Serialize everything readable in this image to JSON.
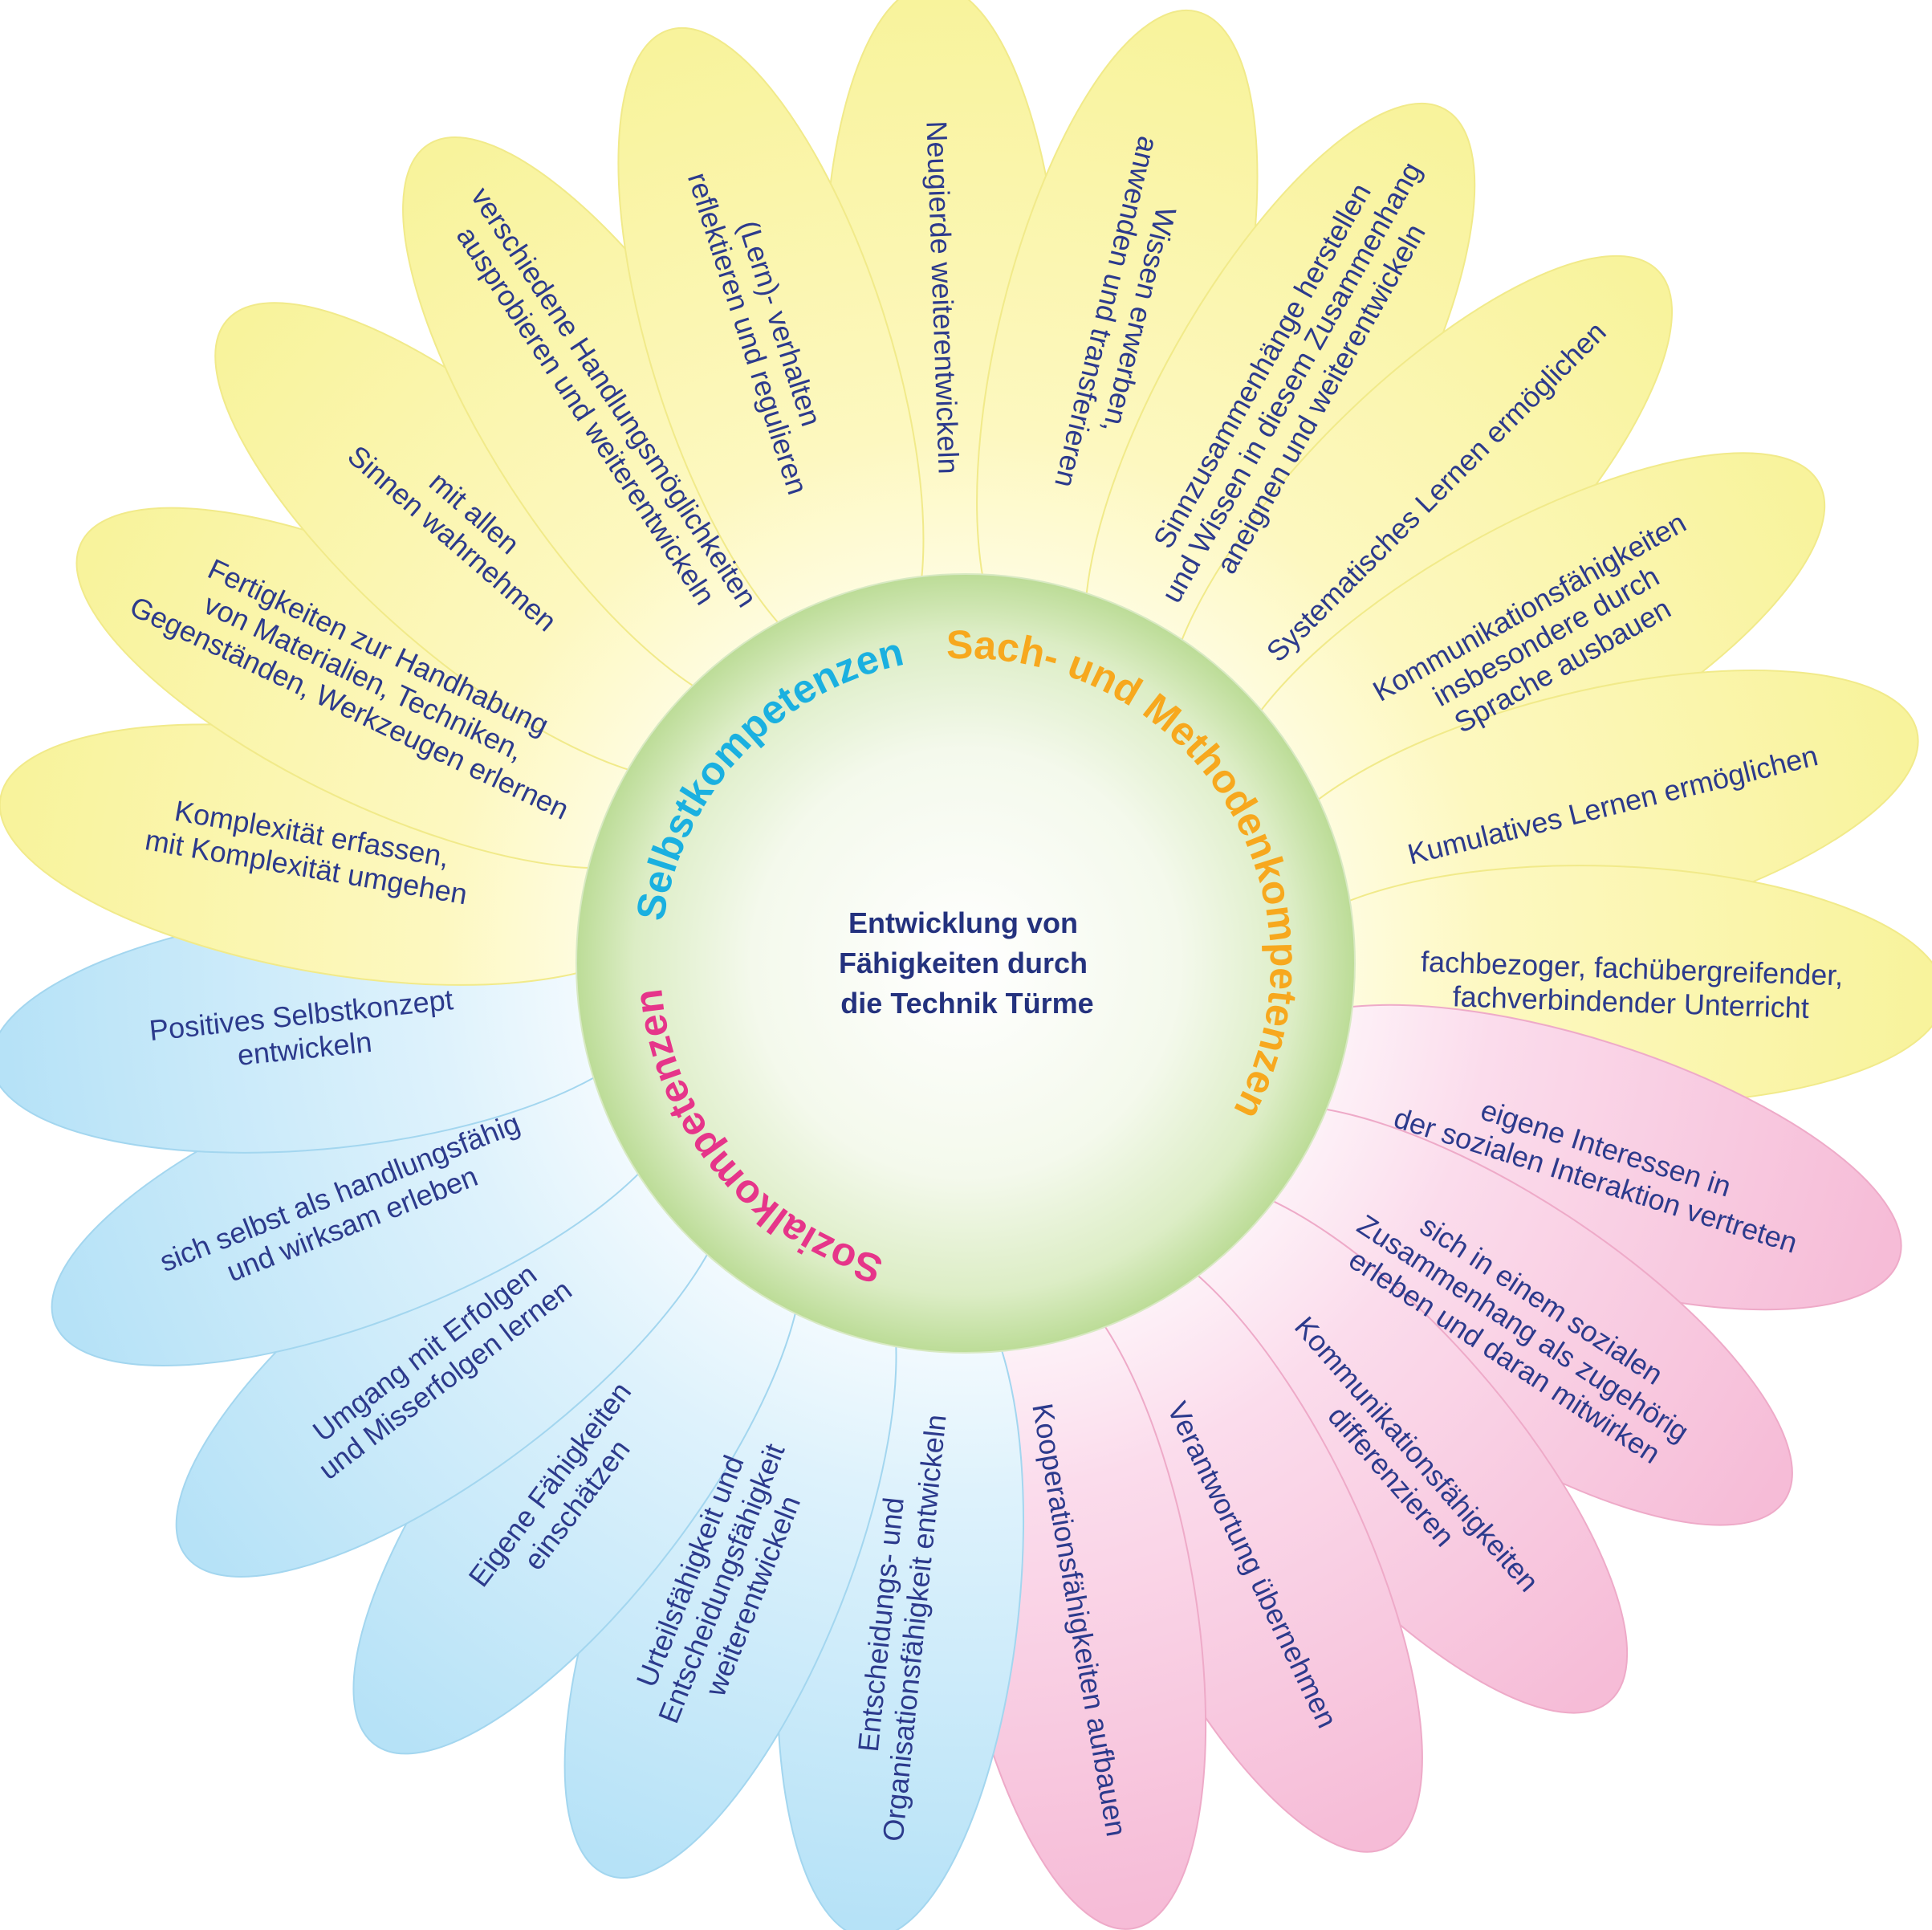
{
  "center": {
    "lines": [
      "Entwicklung von",
      "Fähigkeiten durch",
      "die Technik Türme"
    ]
  },
  "categories": {
    "sach": {
      "label": "Sach- und Methodenkompetenzen",
      "color": "#f7a81e"
    },
    "selbst": {
      "label": "Selbstkompetenzen",
      "color": "#1ab0e0"
    },
    "sozial": {
      "label": "Sozialkompetenzen",
      "color": "#e6358a"
    }
  },
  "colors": {
    "text": "#2c3a8c",
    "sach_fill": "#f8f39c",
    "selbst_fill": "#b6e2f7",
    "sozial_fill": "#f6bcd7",
    "center_fill": "#c9e3a9"
  },
  "petals": [
    {
      "category": "sach",
      "lines": [
        "Neugierde weiterentwickeln"
      ]
    },
    {
      "category": "sach",
      "lines": [
        "Wissen erwerben,",
        "anwenden und transferieren"
      ]
    },
    {
      "category": "sach",
      "lines": [
        "Sinnzusammenhänge herstellen",
        "und Wissen in diesem Zusammenhang",
        "aneignen und weiterentwickeln"
      ]
    },
    {
      "category": "sach",
      "lines": [
        "Systematisches Lernen ermöglichen"
      ]
    },
    {
      "category": "sach",
      "lines": [
        "Kommunikationsfähigkeiten",
        "insbesondere durch",
        "Sprache ausbauen"
      ]
    },
    {
      "category": "sach",
      "lines": [
        "Kumulatives Lernen ermöglichen"
      ]
    },
    {
      "category": "sach",
      "lines": [
        "fachbezoger, fachübergreifender,",
        "fachverbindender Unterricht"
      ]
    },
    {
      "category": "sozial",
      "lines": [
        "eigene Interessen in",
        "der sozialen Interaktion vertreten"
      ]
    },
    {
      "category": "sozial",
      "lines": [
        "sich in einem sozialen",
        "Zusammenhang als zugehörig",
        "erleben und daran mitwirken"
      ]
    },
    {
      "category": "sozial",
      "lines": [
        "Kommunikationsfähigkeiten",
        "differenzieren"
      ]
    },
    {
      "category": "sozial",
      "lines": [
        "Verantwortung übernehmen"
      ]
    },
    {
      "category": "sozial",
      "lines": [
        "Kooperationsfähigkeiten aufbauen"
      ]
    },
    {
      "category": "selbst",
      "lines": [
        "Entscheidungs- und",
        "Organisationsfähigkeit entwickeln"
      ]
    },
    {
      "category": "selbst",
      "lines": [
        "Urteilsfähigkeit und",
        "Entscheidungsfähigkeit",
        "weiterentwickeln"
      ]
    },
    {
      "category": "selbst",
      "lines": [
        "Eigene Fähigkeiten",
        "einschätzen"
      ]
    },
    {
      "category": "selbst",
      "lines": [
        "Umgang mit Erfolgen",
        "und Misserfolgen lernen"
      ]
    },
    {
      "category": "selbst",
      "lines": [
        "sich selbst als handlungsfähig",
        "und wirksam erleben"
      ]
    },
    {
      "category": "selbst",
      "lines": [
        "Positives Selbstkonzept",
        "entwickeln"
      ]
    },
    {
      "category": "sach",
      "lines": [
        "Komplexität erfassen,",
        "mit Komplexität umgehen"
      ]
    },
    {
      "category": "sach",
      "lines": [
        "Fertigkeiten zur Handhabung",
        "von Materialien, Techniken,",
        "Gegenständen, Werkzeugen erlernen"
      ]
    },
    {
      "category": "sach",
      "lines": [
        "mit allen",
        "Sinnen wahrnehmen"
      ]
    },
    {
      "category": "sach",
      "lines": [
        "verschiedene Handlungsmöglichkeiten",
        "ausprobieren und weiterentwickeln"
      ]
    },
    {
      "category": "sach",
      "lines": [
        "(Lern)- verhalten",
        "reflektieren und regulieren"
      ]
    }
  ]
}
